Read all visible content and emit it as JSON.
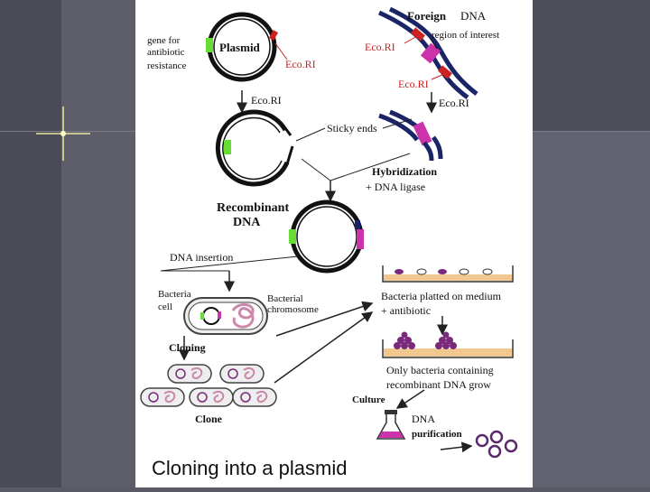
{
  "slide": {
    "caption": "Cloning into a plasmid"
  },
  "diagram": {
    "foreign_dna_a": "Foreign",
    "foreign_dna_b": "DNA",
    "region_of_interest": "region of interest",
    "gene_line1": "gene for",
    "gene_line2": "antibiotic",
    "gene_line3": "resistance",
    "plasmid": "Plasmid",
    "ecori_plasmid": "Eco.RI",
    "ecori_dna_left": "Eco.RI",
    "ecori_dna_bottom": "Eco.RI",
    "ecori_step_left": "Eco.RI",
    "ecori_step_right": "Eco.RI",
    "sticky_ends": "Sticky ends",
    "hybridization": "Hybridization",
    "dna_ligase": "+ DNA ligase",
    "recombinant_line1": "Recombinant",
    "recombinant_line2": "DNA",
    "dna_insertion": "DNA insertion",
    "bacteria_cell_line1": "Bacteria",
    "bacteria_cell_line2": "cell",
    "bacterial_chrom_line1": "Bacterial",
    "bacterial_chrom_line2": "chromosome",
    "plated_line1": "Bacteria platted on medium",
    "plated_line2": "+ antibiotic",
    "cloning": "Cloning",
    "clone": "Clone",
    "only_line1": "Only bacteria containing",
    "only_line2": "recombinant DNA grow",
    "culture": "Culture",
    "dna_purif_line1": "DNA",
    "dna_purif_line2": "purification"
  },
  "colors": {
    "green_marker": "#66dd33",
    "magenta_marker": "#cc33aa",
    "ecori_red": "#cc2222",
    "dna_navy": "#1a2466",
    "purple_colony": "#7a2a7a"
  }
}
